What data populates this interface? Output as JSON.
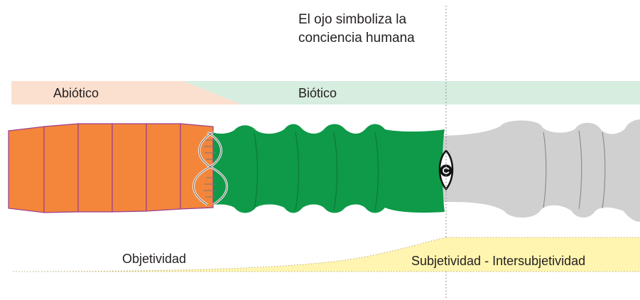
{
  "annotation": {
    "line1": "El ojo simboliza la",
    "line2": "conciencia humana"
  },
  "bands": {
    "abiotic_label": "Abiótico",
    "biotic_label": "Biótico"
  },
  "bottom": {
    "objectivity_label": "Objetividad",
    "subjectivity_label": "Subjetividad - Intersubjetividad"
  },
  "colors": {
    "abiotic_band": "#fbe0cf",
    "biotic_band": "#d6ede0",
    "abiotic_blocks": "#f3863a",
    "abiotic_outline": "#9b3d8f",
    "biotic_shape": "#0e9a48",
    "grey_shape": "#d0d0d0",
    "grey_outline": "#8d8d8d",
    "subjectivity_fill": "#fff5b0",
    "divider_dots": "#8a8a8a"
  },
  "icons": {
    "dna": "dna-helix-icon",
    "eye": "eye-icon"
  }
}
